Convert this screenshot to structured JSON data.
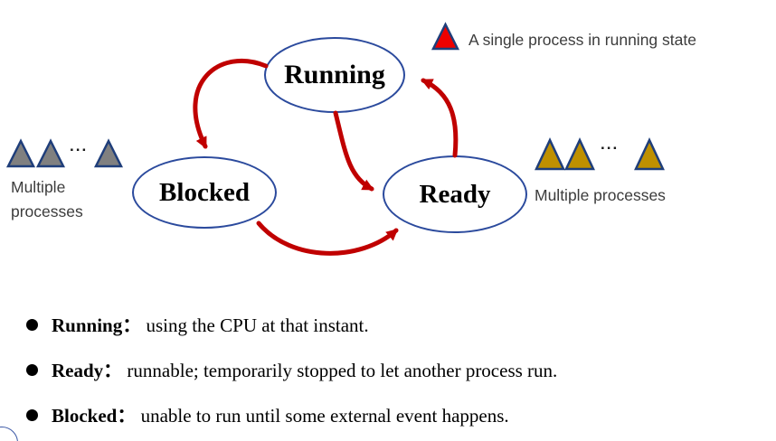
{
  "colors": {
    "node_border": "#2b4a9d",
    "arrow_red": "#c00000",
    "triangle_border": "#1f3e7a",
    "legend_triangle_fill": "#ee0000",
    "process_gray": "#808080",
    "process_gold": "#bf9000",
    "text_gray": "#3c3c3c"
  },
  "legend": {
    "label": "A single process in running state"
  },
  "nodes": {
    "running": {
      "label": "Running"
    },
    "blocked": {
      "label": "Blocked"
    },
    "ready": {
      "label": "Ready"
    }
  },
  "arrows": [
    {
      "from": "Running",
      "to": "Blocked"
    },
    {
      "from": "Running",
      "to": "Ready"
    },
    {
      "from": "Blocked",
      "to": "Ready"
    },
    {
      "from": "Ready",
      "to": "Running"
    }
  ],
  "groups": {
    "left": {
      "label_line1": "Multiple",
      "label_line2": "processes",
      "ellipsis": "..."
    },
    "right": {
      "label": "Multiple processes",
      "ellipsis": "..."
    }
  },
  "bullets": [
    {
      "term": "Running：",
      "desc": " using the CPU at that instant."
    },
    {
      "term": "Ready：",
      "desc": " runnable; temporarily stopped to let another process run."
    },
    {
      "term": "Blocked：",
      "desc": " unable to run until some external event happens."
    }
  ]
}
